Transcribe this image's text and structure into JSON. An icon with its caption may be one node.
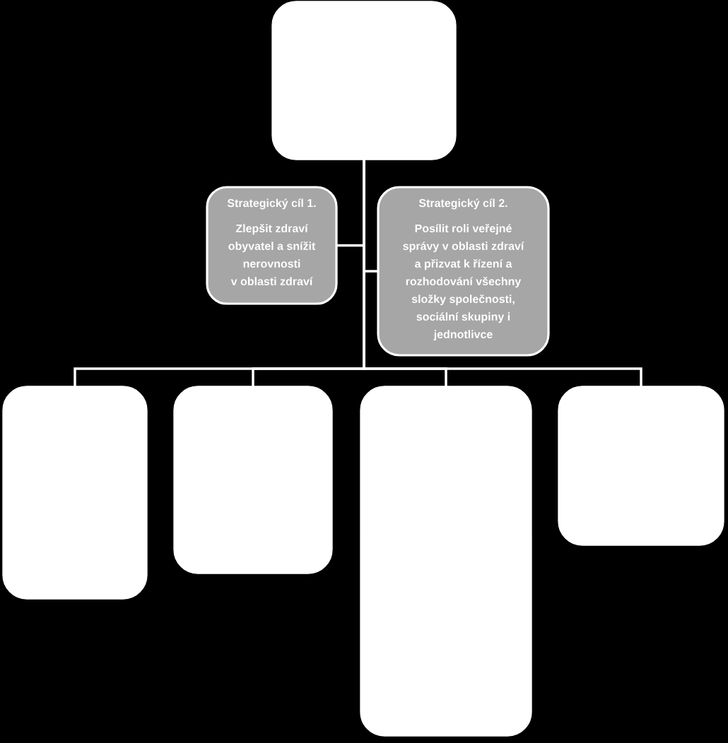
{
  "diagram": {
    "nodes": [
      {
        "text": [],
        "shape": "box"
      },
      {
        "text": [
          "Strategický cíl 1.",
          "Zlepšit zdraví obyvatel a snížit nerovnosti v oblasti zdraví"
        ]
      },
      {
        "text": [
          "Strategický cíl 2.",
          "Posílit roli veřejné správy v oblasti zdraví a přizvat k řízení a rozhodování všechny složky společnosti, sociální skupiny i jednotlivce"
        ]
      },
      {
        "text": [],
        "shape": "box"
      },
      {
        "text": [],
        "shape": "box"
      },
      {
        "text": [],
        "shape": "box"
      },
      {
        "text": [],
        "shape": "box"
      }
    ],
    "edges": [
      {
        "from": 0,
        "to": 1,
        "arrow": "none"
      },
      {
        "from": 0,
        "to": 2,
        "arrow": "none"
      },
      {
        "from": 0,
        "to": 3,
        "arrow": "none"
      },
      {
        "from": 0,
        "to": 4,
        "arrow": "none"
      },
      {
        "from": 0,
        "to": 5,
        "arrow": "none"
      },
      {
        "from": 0,
        "to": 6,
        "arrow": "none"
      }
    ]
  }
}
